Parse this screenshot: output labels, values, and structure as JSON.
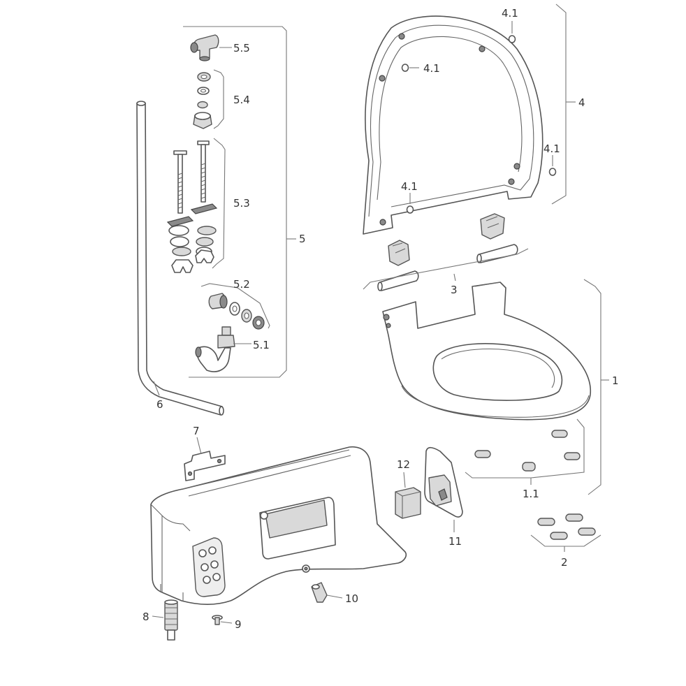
{
  "callouts": {
    "c1": "1",
    "c1_1": "1.1",
    "c2": "2",
    "c3": "3",
    "c4": "4",
    "c4_1a": "4.1",
    "c4_1b": "4.1",
    "c4_1c": "4.1",
    "c4_1d": "4.1",
    "c5": "5",
    "c5_1": "5.1",
    "c5_2": "5.2",
    "c5_3": "5.3",
    "c5_4": "5.4",
    "c5_5": "5.5",
    "c6": "6",
    "c7": "7",
    "c8": "8",
    "c9": "9",
    "c10": "10",
    "c11": "11",
    "c12": "12"
  }
}
